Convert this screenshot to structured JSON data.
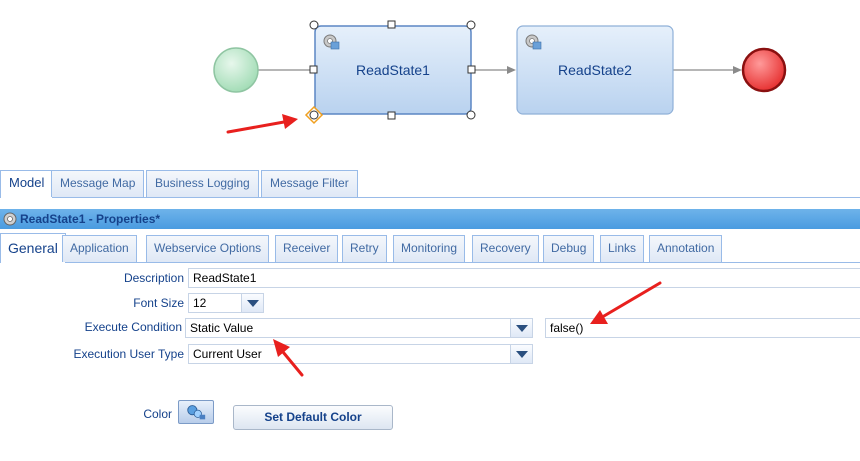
{
  "diagram": {
    "tasks": [
      {
        "label": "ReadState1",
        "selected": true
      },
      {
        "label": "ReadState2",
        "selected": false
      }
    ]
  },
  "model_tabs": [
    {
      "label": "Model",
      "active": true
    },
    {
      "label": "Message Map",
      "active": false
    },
    {
      "label": "Business Logging",
      "active": false
    },
    {
      "label": "Message Filter",
      "active": false
    }
  ],
  "properties": {
    "title": "ReadState1 - Properties*",
    "tabs": [
      {
        "label": "General",
        "active": true
      },
      {
        "label": "Application"
      },
      {
        "label": "Webservice Options"
      },
      {
        "label": "Receiver"
      },
      {
        "label": "Retry"
      },
      {
        "label": "Monitoring"
      },
      {
        "label": "Recovery"
      },
      {
        "label": "Debug"
      },
      {
        "label": "Links"
      },
      {
        "label": "Annotation"
      }
    ],
    "form": {
      "description_label": "Description",
      "description_value": "ReadState1",
      "font_size_label": "Font Size",
      "font_size_value": "12",
      "execute_condition_label": "Execute Condition",
      "execute_condition_value": "Static Value",
      "execute_condition_expr": "false()",
      "execution_user_type_label": "Execution User Type",
      "execution_user_type_value": "Current User",
      "color_label": "Color",
      "set_default_color_label": "Set Default Color"
    }
  },
  "colors": {
    "start_event": "#b9e4c9",
    "end_event": "#ee4444",
    "task_fill": "#c9dcf3",
    "header": "#5aa6e6",
    "annotation_arrow": "#e8201e"
  }
}
